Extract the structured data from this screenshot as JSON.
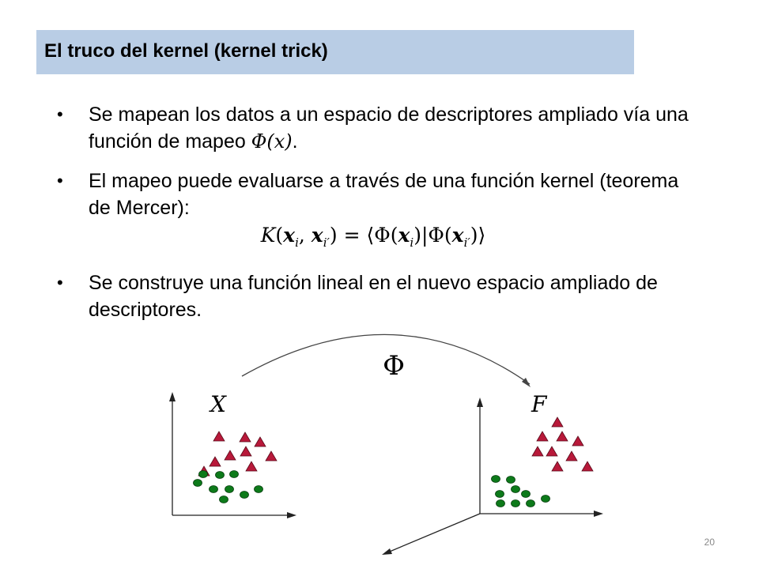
{
  "slide": {
    "title": "El truco del kernel (kernel trick)",
    "page_number": "20"
  },
  "bullets": [
    {
      "text": "Se mapean los datos a un espacio de descriptores ampliado vía una función de mapeo ",
      "math": "Φ(x)",
      "suffix": "."
    },
    {
      "text": "El mapeo puede evaluarse a través de una función kernel (teorema de Mercer):",
      "formula": "K(x_i, x_i') = ⟨Φ(x_i)|Φ(x_i')⟩"
    },
    {
      "text": "Se construye una función lineal en el nuevo espacio ampliado de descriptores."
    }
  ],
  "diagram": {
    "map_label": "Φ",
    "left_space_label": "X",
    "right_space_label": "F",
    "colors": {
      "triangle": "#b8193a",
      "circle": "#0d7a1a",
      "axis": "#222222",
      "title_bg": "#b9cde5"
    }
  }
}
